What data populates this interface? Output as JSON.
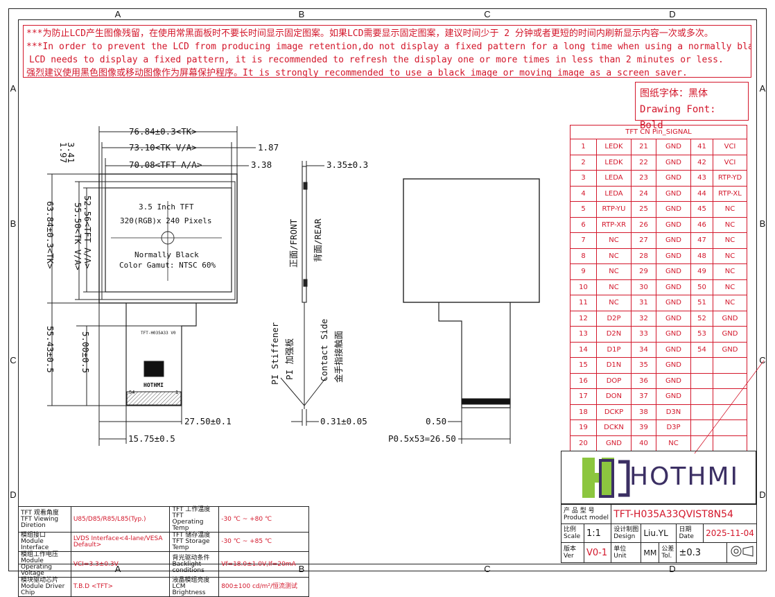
{
  "zones": {
    "columns": [
      "A",
      "B",
      "C",
      "D"
    ],
    "rows": [
      "A",
      "B",
      "C",
      "D"
    ]
  },
  "warning": {
    "line1": "***为防止LCD产生图像残留，在使用常黑面板时不要长时间显示固定图案。如果LCD需要显示固定图案，建议时间少于 2 分钟或者更短的时间内刷新显示内容一次或多次。",
    "line2": "***In order to prevent the LCD from producing image retention,do not display a fixed pattern for a long time when using a normally black panel.If the",
    "line3": "LCD needs to display a fixed pattern, it is recommended to refresh the display one or more times in less than 2 minutes or less.",
    "line4": "强烈建议使用黑色图像或移动图像作为屏幕保护程序。It is strongly recommended to use a black image or moving image as a screen saver."
  },
  "drawing_font": {
    "cn": "图纸字体：黑体",
    "en": "Drawing Font: Bold"
  },
  "front_view": {
    "dims": {
      "tk_width": "76.84±0.3<TK>",
      "tk_va_width": "73.10<TK V/A>",
      "aa_width": "70.08<TFT A/A>",
      "d_187": "1.87",
      "d_338": "3.38",
      "d_341": "3.41",
      "d_197": "1.97",
      "aa_height": "52.56<TFT A/A>",
      "va_height": "55.50<TK V/A>",
      "tk_height": "63.84±0.3<TK>",
      "fpc_len": "55.43±0.5",
      "fpc_500": "5.00±0.5",
      "fpc_2750": "27.50±0.1",
      "fpc_1575": "15.75±0.5"
    },
    "label1": "3.5 Inch TFT",
    "label2": "320(RGB)x 240 Pixels",
    "label3": "Normally Black",
    "label4": "Color Gamut: NTSC 60%",
    "fpc_code": "TFT-H035A33 V0",
    "fpc_pin_left": "54",
    "fpc_pin_right": "1",
    "fpc_logo": "HOTHMI"
  },
  "side_view": {
    "d_335": "3.35±0.3",
    "front": "正面/FRONT",
    "rear": "背面/REAR",
    "stiffener_en": "PI Stiffener",
    "stiffener_cn": "PI 加强板",
    "contact_en": "Contact Side",
    "contact_cn": "金手指接触面",
    "d_031": "0.31±0.05"
  },
  "rear_view": {
    "d_050": "0.50",
    "pitch": "P0.5x53=26.50"
  },
  "pin_table": {
    "title": "TFT CN Pin_SIGNAL",
    "rows": [
      [
        "1",
        "LEDK",
        "21",
        "GND",
        "41",
        "VCI"
      ],
      [
        "2",
        "LEDK",
        "22",
        "GND",
        "42",
        "VCI"
      ],
      [
        "3",
        "LEDA",
        "23",
        "GND",
        "43",
        "RTP-YD"
      ],
      [
        "4",
        "LEDA",
        "24",
        "GND",
        "44",
        "RTP-XL"
      ],
      [
        "5",
        "RTP-YU",
        "25",
        "GND",
        "45",
        "NC"
      ],
      [
        "6",
        "RTP-XR",
        "26",
        "GND",
        "46",
        "NC"
      ],
      [
        "7",
        "NC",
        "27",
        "GND",
        "47",
        "NC"
      ],
      [
        "8",
        "NC",
        "28",
        "GND",
        "48",
        "NC"
      ],
      [
        "9",
        "NC",
        "29",
        "GND",
        "49",
        "NC"
      ],
      [
        "10",
        "NC",
        "30",
        "GND",
        "50",
        "NC"
      ],
      [
        "11",
        "NC",
        "31",
        "GND",
        "51",
        "NC"
      ],
      [
        "12",
        "D2P",
        "32",
        "GND",
        "52",
        "GND"
      ],
      [
        "13",
        "D2N",
        "33",
        "GND",
        "53",
        "GND"
      ],
      [
        "14",
        "D1P",
        "34",
        "GND",
        "54",
        "GND"
      ],
      [
        "15",
        "D1N",
        "35",
        "GND",
        "",
        ""
      ],
      [
        "16",
        "DOP",
        "36",
        "GND",
        "",
        ""
      ],
      [
        "17",
        "DON",
        "37",
        "GND",
        "",
        ""
      ],
      [
        "18",
        "DCKP",
        "38",
        "D3N",
        "",
        ""
      ],
      [
        "19",
        "DCKN",
        "39",
        "D3P",
        "",
        ""
      ],
      [
        "20",
        "GND",
        "40",
        "NC",
        "",
        ""
      ]
    ]
  },
  "logo": {
    "text": "HOTHMI",
    "colors": {
      "green": "#8cc63f",
      "purple": "#3b2f63"
    }
  },
  "specs": [
    {
      "cn1": "TFT 观看角度",
      "en1": "TFT Viewing Diretion",
      "v1": "U85/D85/R85/L85(Typ.)",
      "cn2": "TFT 工作温度",
      "en2": "TFT Operating Temp",
      "v2": "-30 ℃ ~ +80 ℃"
    },
    {
      "cn1": "模组接口",
      "en1": "Module Interface",
      "v1": "LVDS Interface<4-lane/VESA Default>",
      "cn2": "TFT 储存温度",
      "en2": "TFT Storage Temp",
      "v2": "-30 ℃ ~ +85 ℃"
    },
    {
      "cn1": "模组工作电压",
      "en1": "Module Operating Voltage",
      "v1": "VCI=3.3±0.3V",
      "cn2": "背光驱动条件",
      "en2": "Backlight conditions",
      "v2": "Vf=18.0±1.0V,If=20mA"
    },
    {
      "cn1": "模块驱动芯片",
      "en1": "Module Driver Chip",
      "v1": "T.B.D <TFT>",
      "cn2": "液晶模组亮度",
      "en2": "LCM Brightness",
      "v2": "800±100  cd/m²/恒流测试"
    }
  ],
  "title_block": {
    "model_cn": "产 品 型 号",
    "model_en": "Product model",
    "model": "TFT-H035A33QVIST8N54",
    "scale_cn": "比例",
    "scale_en": "Scale",
    "scale": "1:1",
    "design_cn": "设计制图",
    "design_en": "Design",
    "design": "Liu.YL",
    "date_cn": "日期",
    "date_en": "Date",
    "date": "2025-11-04",
    "ver_cn": "版本",
    "ver_en": "Ver",
    "ver": "V0-1",
    "unit_cn": "单位",
    "unit_en": "Unit",
    "unit": "MM",
    "tol_cn": "公差",
    "tol_en": "Tol.",
    "tol": "±0.3"
  }
}
